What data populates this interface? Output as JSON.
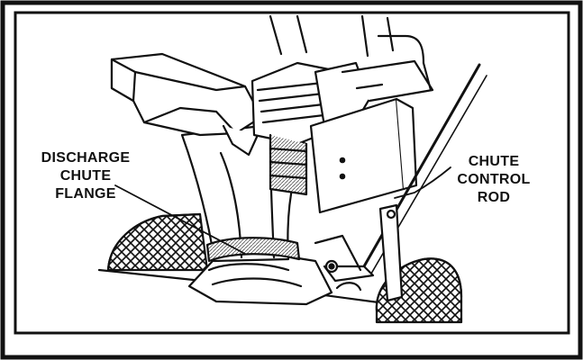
{
  "callouts": {
    "discharge_chute_flange": [
      "DISCHARGE",
      "CHUTE",
      "FLANGE"
    ],
    "chute_control_rod": [
      "CHUTE",
      "CONTROL",
      "ROD"
    ]
  },
  "colors": {
    "ink": "#111111",
    "paper": "#ffffff",
    "shade": "#cfcfcf"
  }
}
